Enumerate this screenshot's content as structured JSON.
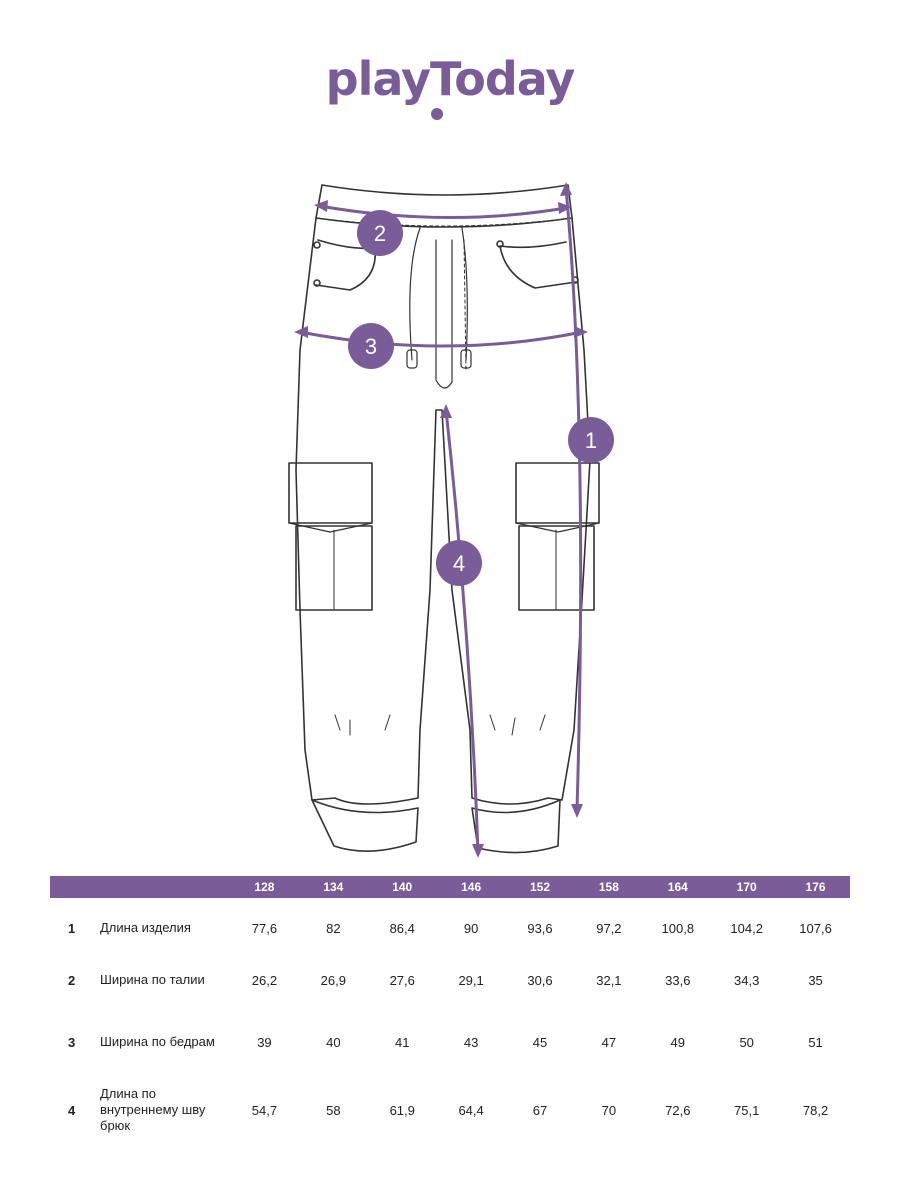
{
  "brand": {
    "logo_text": "playToday",
    "color": "#7a5c99"
  },
  "diagram": {
    "markers": [
      "1",
      "2",
      "3",
      "4"
    ]
  },
  "size_table": {
    "sizes": [
      "128",
      "134",
      "140",
      "146",
      "152",
      "158",
      "164",
      "170",
      "176"
    ],
    "rows": [
      {
        "num": "1",
        "label": "Длина изделия",
        "values": [
          "77,6",
          "82",
          "86,4",
          "90",
          "93,6",
          "97,2",
          "100,8",
          "104,2",
          "107,6"
        ]
      },
      {
        "num": "2",
        "label": "Ширина по талии",
        "values": [
          "26,2",
          "26,9",
          "27,6",
          "29,1",
          "30,6",
          "32,1",
          "33,6",
          "34,3",
          "35"
        ]
      },
      {
        "num": "3",
        "label": "Ширина по бедрам",
        "values": [
          "39",
          "40",
          "41",
          "43",
          "45",
          "47",
          "49",
          "50",
          "51"
        ]
      },
      {
        "num": "4",
        "label": "Длина по внутреннему шву брюк",
        "values": [
          "54,7",
          "58",
          "61,9",
          "64,4",
          "67",
          "70",
          "72,6",
          "75,1",
          "78,2"
        ]
      }
    ]
  }
}
